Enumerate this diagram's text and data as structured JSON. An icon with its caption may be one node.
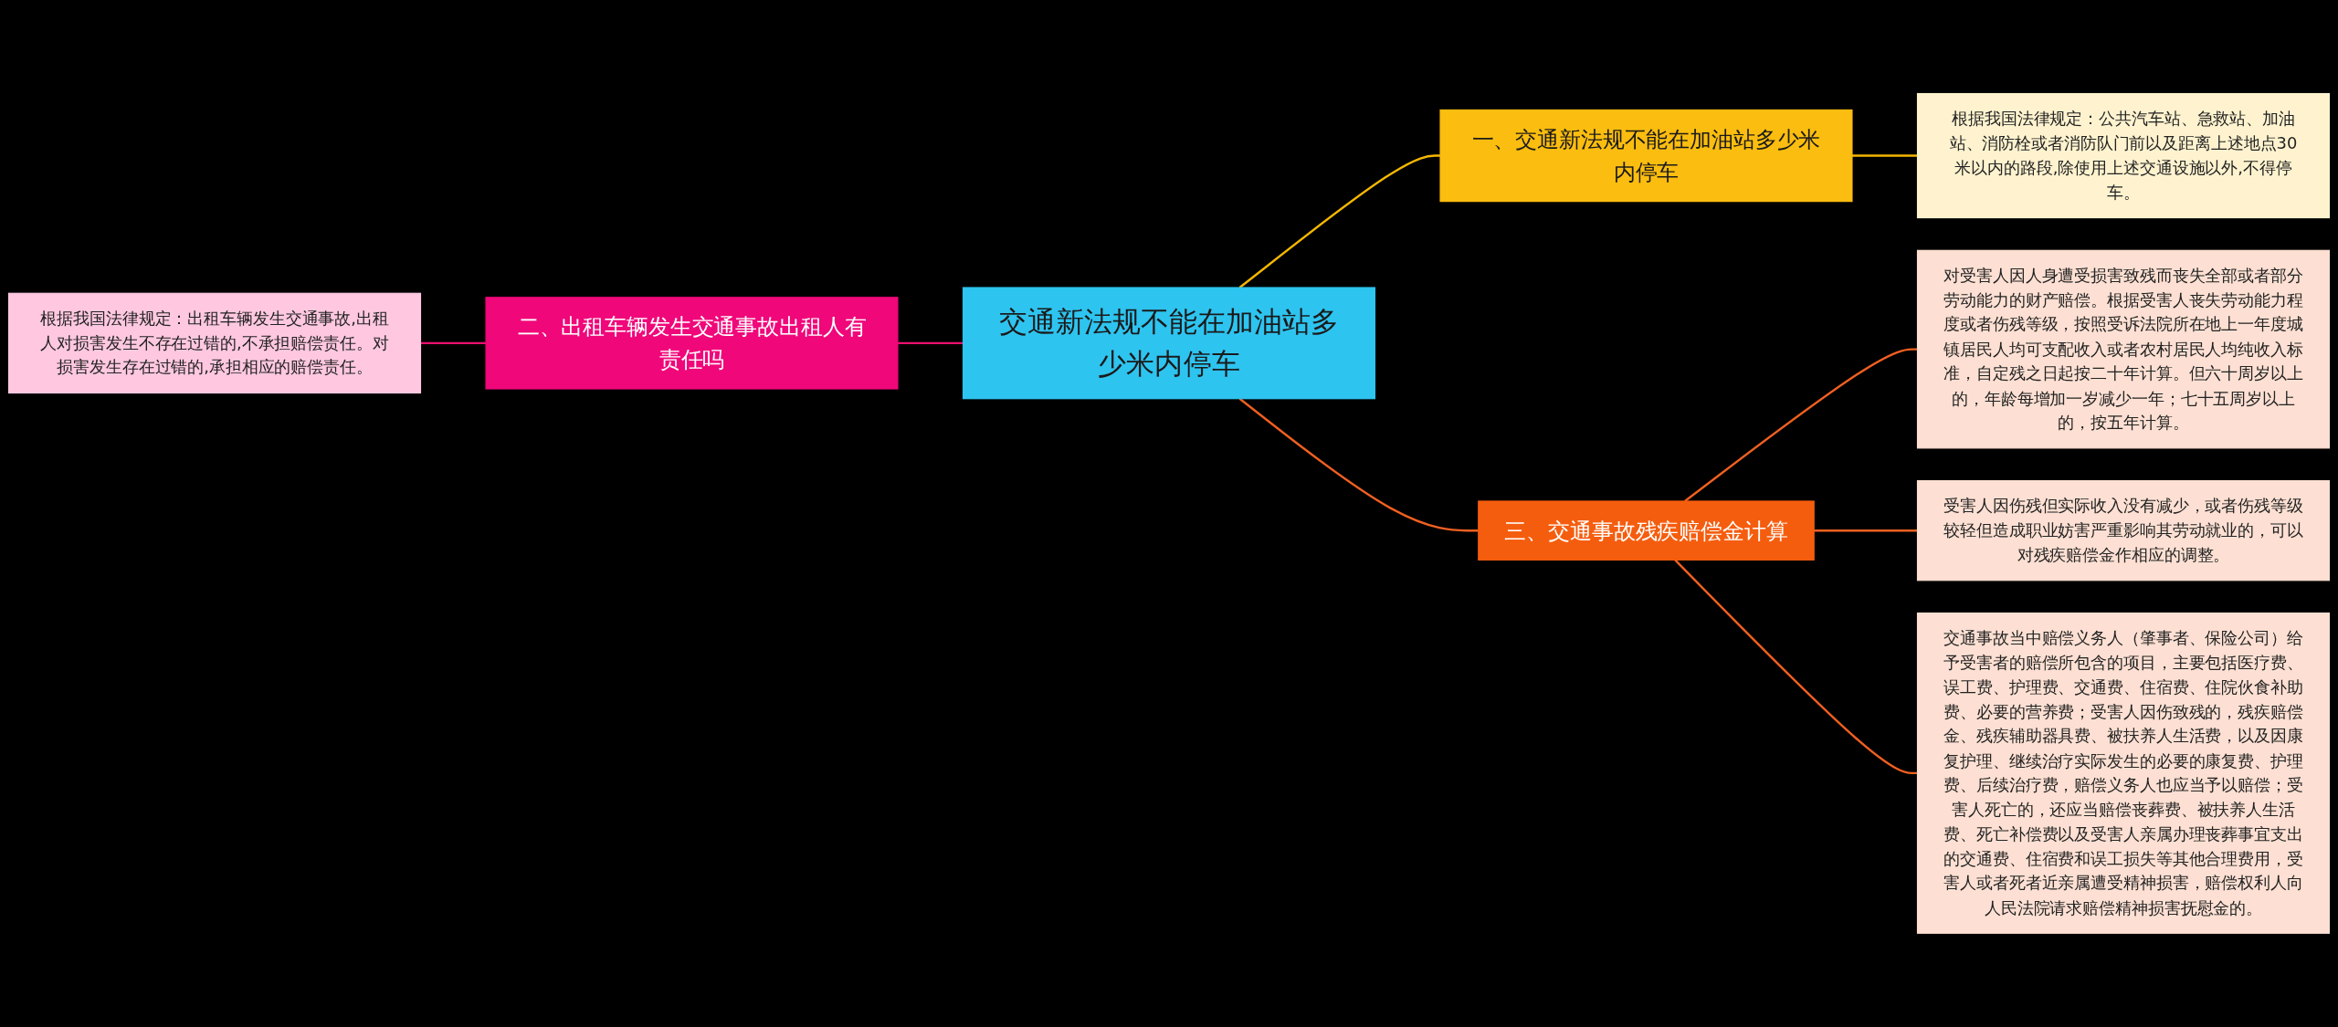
{
  "diagram": {
    "nodes": [
      {
        "text": [
          "交通新法规不能在加油站多少米内停车"
        ]
      },
      {
        "text": [
          "一、交通新法规不能在加油站多少米内停车"
        ]
      },
      {
        "text": [
          "根据我国法律规定：公共汽车站、急救站、加油站、消防栓或者消防队门前以及距离上述地点30米以内的路段,除使用上述交通设施以外,不得停车。"
        ]
      },
      {
        "text": [
          "二、出租车辆发生交通事故出租人有责任吗"
        ]
      },
      {
        "text": [
          "根据我国法律规定：出租车辆发生交通事故,出租人对损害发生不存在过错的,不承担赔偿责任。对损害发生存在过错的,承担相应的赔偿责任。"
        ]
      },
      {
        "text": [
          "三、交通事故残疾赔偿金计算"
        ]
      },
      {
        "text": [
          "对受害人因人身遭受损害致残而丧失全部或者部分劳动能力的财产赔偿。根据受害人丧失劳动能力程度或者伤残等级，按照受诉法院所在地上一年度城镇居民人均可支配收入或者农村居民人均纯收入标准，自定残之日起按二十年计算。但六十周岁以上的，年龄每增加一岁减少一年；七十五周岁以上的，按五年计算。"
        ]
      },
      {
        "text": [
          "受害人因伤残但实际收入没有减少，或者伤残等级较轻但造成职业妨害严重影响其劳动就业的，可以对残疾赔偿金作相应的调整。"
        ]
      },
      {
        "text": [
          "交通事故当中赔偿义务人（肇事者、保险公司）给予受害者的赔偿所包含的项目，主要包括医疗费、误工费、护理费、交通费、住宿费、住院伙食补助费、必要的营养费；受害人因伤致残的，残疾赔偿金、残疾辅助器具费、被扶养人生活费，以及因康复护理、继续治疗实际发生的必要的康复费、护理费、后续治疗费，赔偿义务人也应当予以赔偿；受害人死亡的，还应当赔偿丧葬费、被扶养人生活费、死亡补偿费以及受害人亲属办理丧葬事宜支出的交通费、住宿费和误工损失等其他合理费用，受害人或者死者近亲属遭受精神损害，赔偿权利人向人民法院请求赔偿精神损害抚慰金的。"
        ]
      }
    ],
    "edges": [
      {
        "from": 0,
        "to": 1,
        "arrow": "none",
        "color": "#f5b800"
      },
      {
        "from": 1,
        "to": 2,
        "arrow": "none",
        "color": "#f5b800"
      },
      {
        "from": 0,
        "to": 3,
        "arrow": "none",
        "color": "#e8106e"
      },
      {
        "from": 3,
        "to": 4,
        "arrow": "none",
        "color": "#e8106e"
      },
      {
        "from": 0,
        "to": 5,
        "arrow": "none"
      },
      {
        "from": 5,
        "to": 6,
        "arrow": "none"
      },
      {
        "from": 5,
        "to": 7,
        "arrow": "none"
      },
      {
        "from": 5,
        "to": 8,
        "arrow": "none"
      }
    ]
  }
}
